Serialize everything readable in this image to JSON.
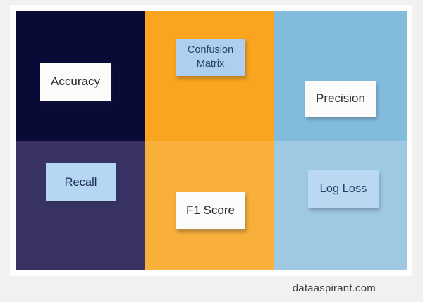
{
  "colors": {
    "background": "#f2f1ef",
    "frame": "#fdfdfd",
    "watermark_text": "#3d3d3d"
  },
  "footer": {
    "watermark": "dataaspirant.com"
  },
  "panels": [
    {
      "id": "accuracy",
      "label": "Accuracy",
      "bg": "#0a0a36",
      "card_bg": "#fbfbfa",
      "card_text": "#2e2e2e"
    },
    {
      "id": "confusion-matrix",
      "label": "Confusion Matrix",
      "bg": "#faa41f",
      "card_bg": "#aed0f0",
      "card_text": "#27435f"
    },
    {
      "id": "precision",
      "label": "Precision",
      "bg": "#82bcdd",
      "card_bg": "#fbfbfa",
      "card_text": "#2e2e2e"
    },
    {
      "id": "recall",
      "label": "Recall",
      "bg": "#393365",
      "card_bg": "#b5d7f4",
      "card_text": "#1b2e52"
    },
    {
      "id": "f1-score",
      "label": "F1 Score",
      "bg": "#f9b03a",
      "card_bg": "#fbfbfa",
      "card_text": "#2e2e2e"
    },
    {
      "id": "log-loss",
      "label": "Log Loss",
      "bg": "#9fc9e3",
      "card_bg": "#b9d9f2",
      "card_text": "#27435f"
    }
  ]
}
